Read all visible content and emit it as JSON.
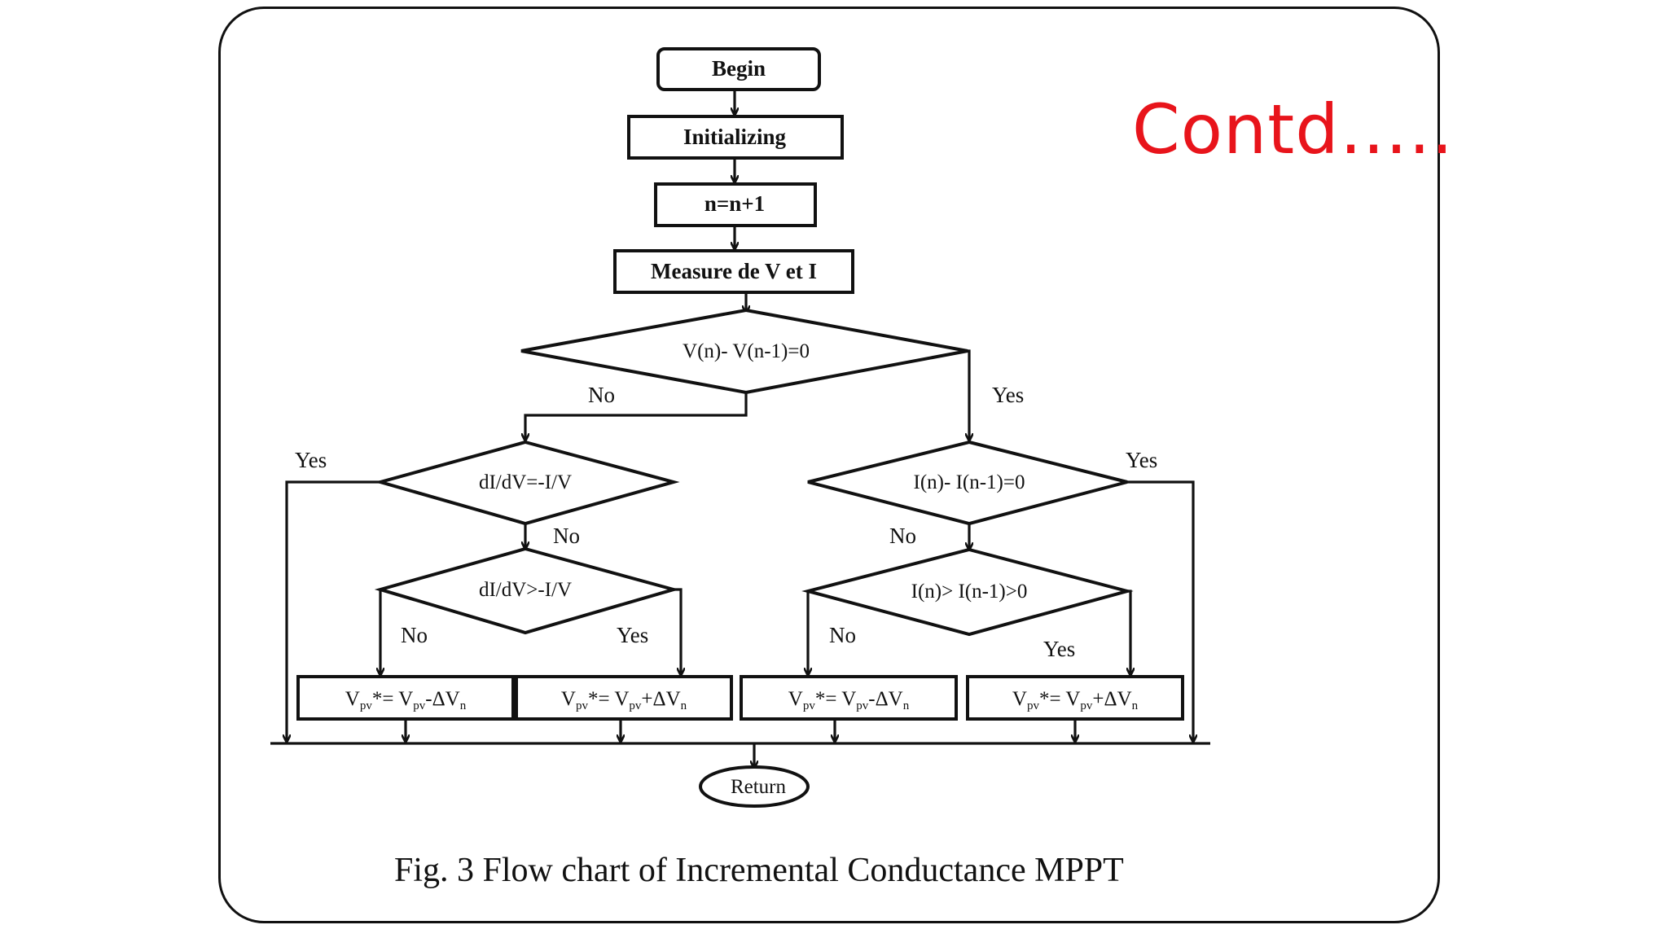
{
  "slide": {
    "contd_text": "Contd…..",
    "caption": "Fig. 3 Flow chart of Incremental Conductance MPPT"
  },
  "flowchart": {
    "begin": "Begin",
    "initializing": "Initializing",
    "increment": "n=n+1",
    "measure": "Measure de V et I",
    "decision_dv": "V(n)- V(n-1)=0",
    "decision_didv_eq": "dI/dV=-I/V",
    "decision_didv_gt": "dI/dV>-I/V",
    "decision_di": "I(n)- I(n-1)=0",
    "decision_di_gt": "I(n)> I(n-1)>0",
    "update_minus": {
      "main": "V",
      "sub": "pv",
      "mid": "*= V",
      "sub2": "pv",
      "op": "-ΔV",
      "sub3": "n"
    },
    "update_plus": {
      "main": "V",
      "sub": "pv",
      "mid": "*= V",
      "sub2": "pv",
      "op": "+ΔV",
      "sub3": "n"
    },
    "return": "Return",
    "labels": {
      "no": "No",
      "yes": "Yes"
    }
  },
  "colors": {
    "contd": "#e8141b",
    "line": "#111111"
  }
}
